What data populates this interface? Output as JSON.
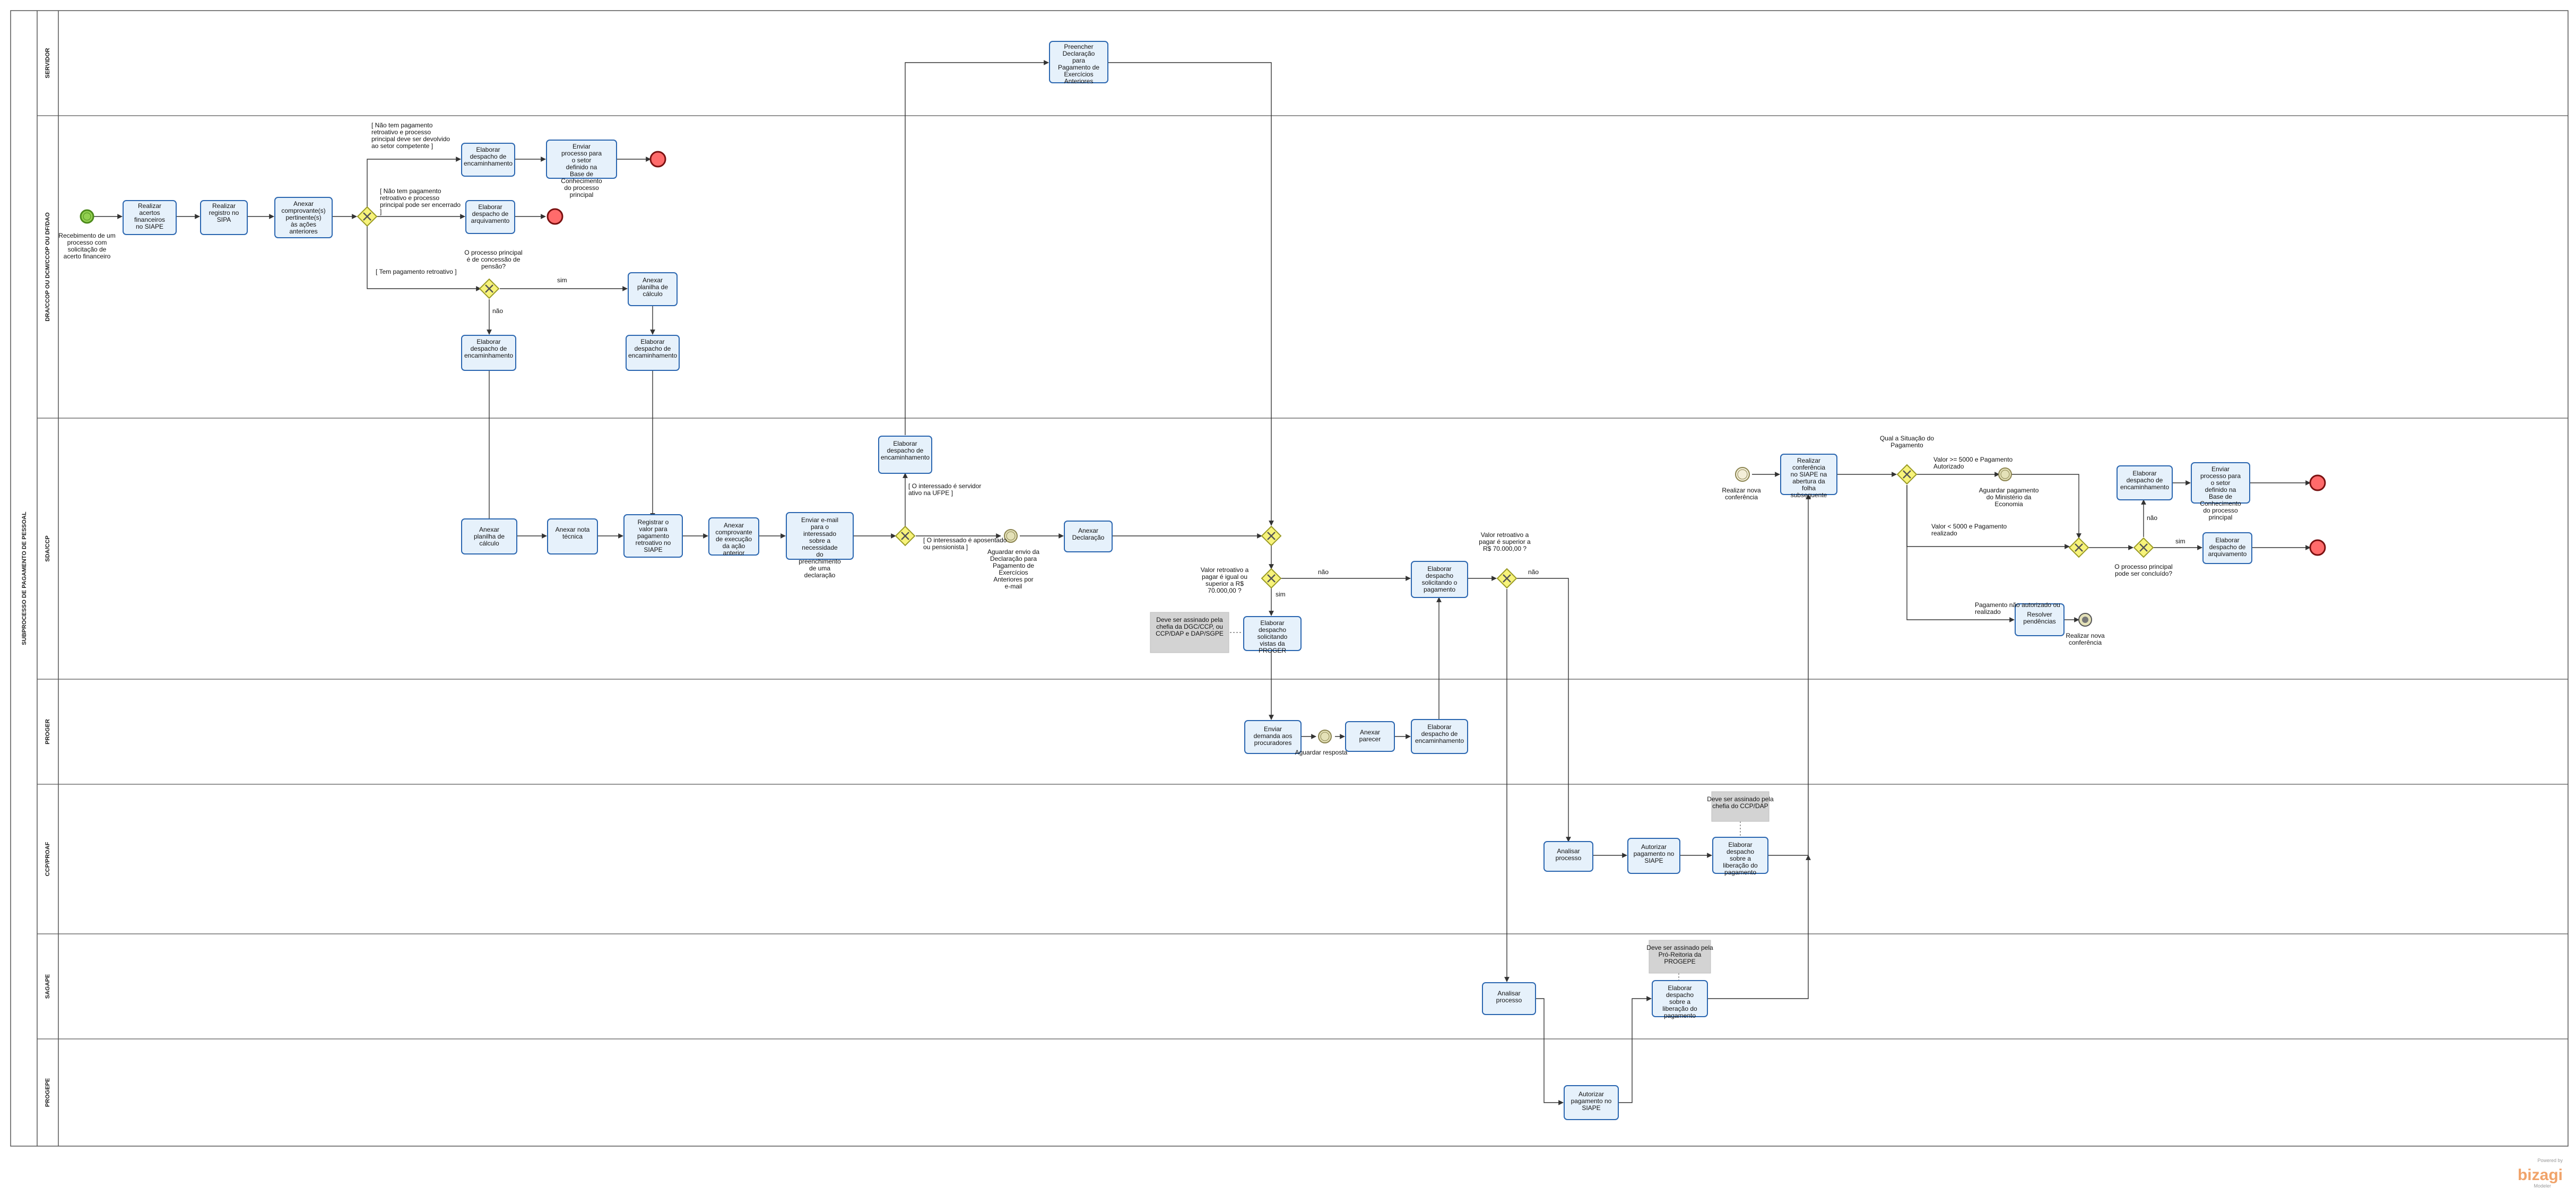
{
  "pool": {
    "title": "SUBPROCESSO DE PAGAMENTO DE PESSOAL"
  },
  "lanes": [
    "SERVIDOR",
    "DRA/CCOP OU DCM/CCOP OU DF/DAO",
    "SDA/CCP",
    "PROGER",
    "CCP/PROAF",
    "SAGAPE",
    "PROGEPE"
  ],
  "tasks": {
    "t_lancar": "Realizar acertos financeiros no SIAPE",
    "t_registro": "Realizar registro no SIPA",
    "t_anexar_comp": "Anexar comprovante(s) pertinente(s) às ações anteriores",
    "t_desp1": "Elaborar despacho de encaminhamento",
    "t_env1": "Enviar processo para o setor definido na Base de Conhecimento do processo principal",
    "t_desp2": "Elaborar despacho de arquivamento",
    "t_desp3": "Elaborar despacho de encaminhamento",
    "t_planilha1": "Anexar planilha de cálculo",
    "t_desp4": "Elaborar despacho de encaminhamento",
    "t_planilha2": "Anexar planilha de cálculo",
    "t_nota": "Anexar nota técnica",
    "t_registrar": "Registrar o valor para pagamento retroativo no SIAPE",
    "t_anexar_exec": "Anexar comprovante de execução da ação anterior",
    "t_email": "Enviar e-mail para o interessado sobre a necessidade do preenchimento de uma declaração",
    "t_desp5": "Elaborar despacho de encaminhamento",
    "t_anexar_decl": "Anexar Declaração",
    "t_preencher": "Preencher Declaração para Pagamento de Exercícios Anteriores",
    "t_desp_vista": "Elaborar despacho solicitando vistas da PROGER",
    "t_desp_pag": "Elaborar despacho solicitando o pagamento",
    "t_conf_siape": "Realizar conferência no SIAPE na abertura da folha subsequente",
    "t_desp6": "Elaborar despacho de encaminhamento",
    "t_env2": "Enviar processo para o setor definido na Base de Conhecimento do processo principal",
    "t_desp7": "Elaborar despacho de arquivamento",
    "t_resolver": "Resolver pendências",
    "t_enviar_dem": "Enviar demanda aos procuradores",
    "t_anexar_par": "Anexar parecer",
    "t_desp8": "Elaborar despacho de encaminhamento",
    "t_analisar1": "Analisar processo",
    "t_autorizar1": "Autorizar pagamento no SIAPE",
    "t_desp_lib": "Elaborar despacho sobre a liberação do pagamento",
    "t_analisar2": "Analisar processo",
    "t_desp_lib2": "Elaborar despacho sobre a liberação do pagamento",
    "t_autorizar2": "Autorizar pagamento no SIAPE"
  },
  "annotations": {
    "a1": "Deve ser assinado pela chefia da DGC/CCP, ou CCP/DAP e DAP/SGPE",
    "a2": "Deve ser assinado pela chefia do CCP/DAP",
    "a3": "Deve ser assinado pela Pró-Reitoria da PROGEPE"
  },
  "events": {
    "e_start": "Recebimento de um processo com solicitação de acerto financeiro",
    "e_wait_decl": "Aguardar envio da Declaração para Pagamento de Exercícios Anteriores por e-mail",
    "e_wait_resp": "Aguardar resposta",
    "e_conf_start": "Realizar nova conferência",
    "e_wait_min": "Aguardar pagamento do Ministério da Economia",
    "e_conf_end": "Realizar nova conferência"
  },
  "gateway_labels": {
    "g_princ": "O processo principal é de concessão de pensão?",
    "g_valor1": "Valor retroativo a pagar é igual ou superior a R$ 70.000,00 ?",
    "g_valor2": "Valor retroativo a pagar é superior a R$ 70.000,00 ?",
    "g_sit": "Qual a Situação do Pagamento",
    "g_concl": "O processo principal pode ser concluído?"
  },
  "flow_labels": {
    "f_retro1": "[ Não tem pagamento retroativo e processo principal deve ser devolvido ao setor competente ]",
    "f_retro2": "[ Não tem pagamento retroativo e processo principal pode ser encerrado ]",
    "f_retro3": "[ Tem pagamento retroativo ]",
    "f_sim1": "sim",
    "f_nao1": "não",
    "f_enviou": "[ O interessado é servidor ativo na UFPE ]",
    "f_naoenv": "[ O interessado é aposentado ou pensionista ]",
    "f_sim2": "sim",
    "f_nao2": "não",
    "f_nao3": "não",
    "f_maior": "Valor >= 5000 e Pagamento Autorizado",
    "f_menor": "Valor < 5000 e Pagamento realizado",
    "f_nao_aut": "Pagamento não autorizado ou realizado",
    "f_nao4": "não",
    "f_sim3": "sim"
  },
  "brand": {
    "top": "Powered by",
    "name": "bizagi",
    "bottom": "Modeler"
  },
  "colors": {
    "task_fill": "#e6f1fb",
    "task_stroke": "#2a66b0",
    "gateway": "#f7f37a",
    "start": "#92d050",
    "end": "#ff6b6b",
    "annotation": "#d3d3d3"
  }
}
